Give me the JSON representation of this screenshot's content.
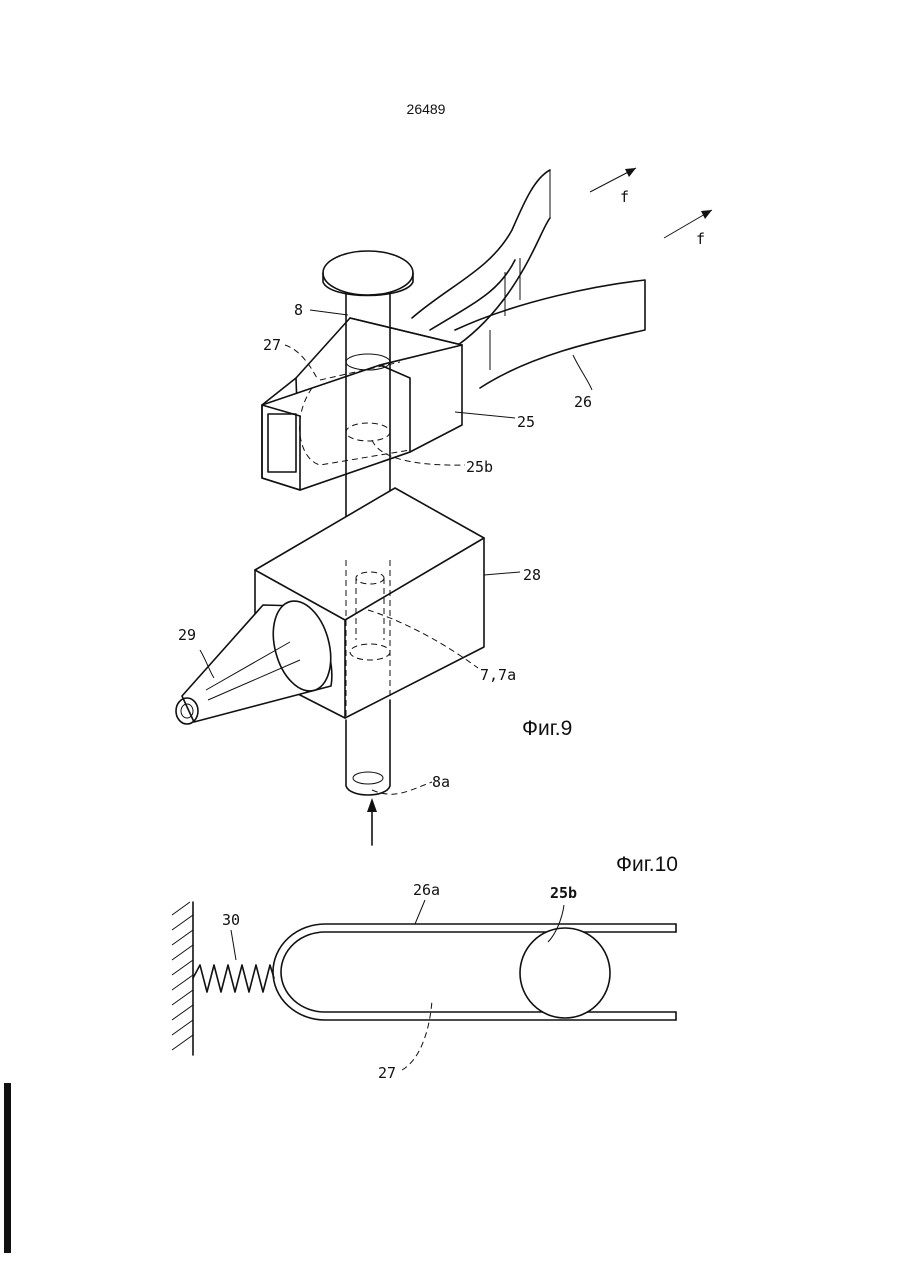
{
  "page_number": "26489",
  "figures": [
    {
      "caption": "Фиг.9",
      "labels": {
        "f_top": "f",
        "f_right": "f",
        "ref_8": "8",
        "ref_27": "27",
        "ref_26": "26",
        "ref_25": "25",
        "ref_25b": "25b",
        "ref_28": "28",
        "ref_29": "29",
        "ref_7_7a": "7,7a",
        "ref_8a": "8a"
      }
    },
    {
      "caption": "Фиг.10",
      "labels": {
        "ref_30": "30",
        "ref_26a": "26a",
        "ref_25b": "25b",
        "ref_27": "27"
      }
    }
  ]
}
